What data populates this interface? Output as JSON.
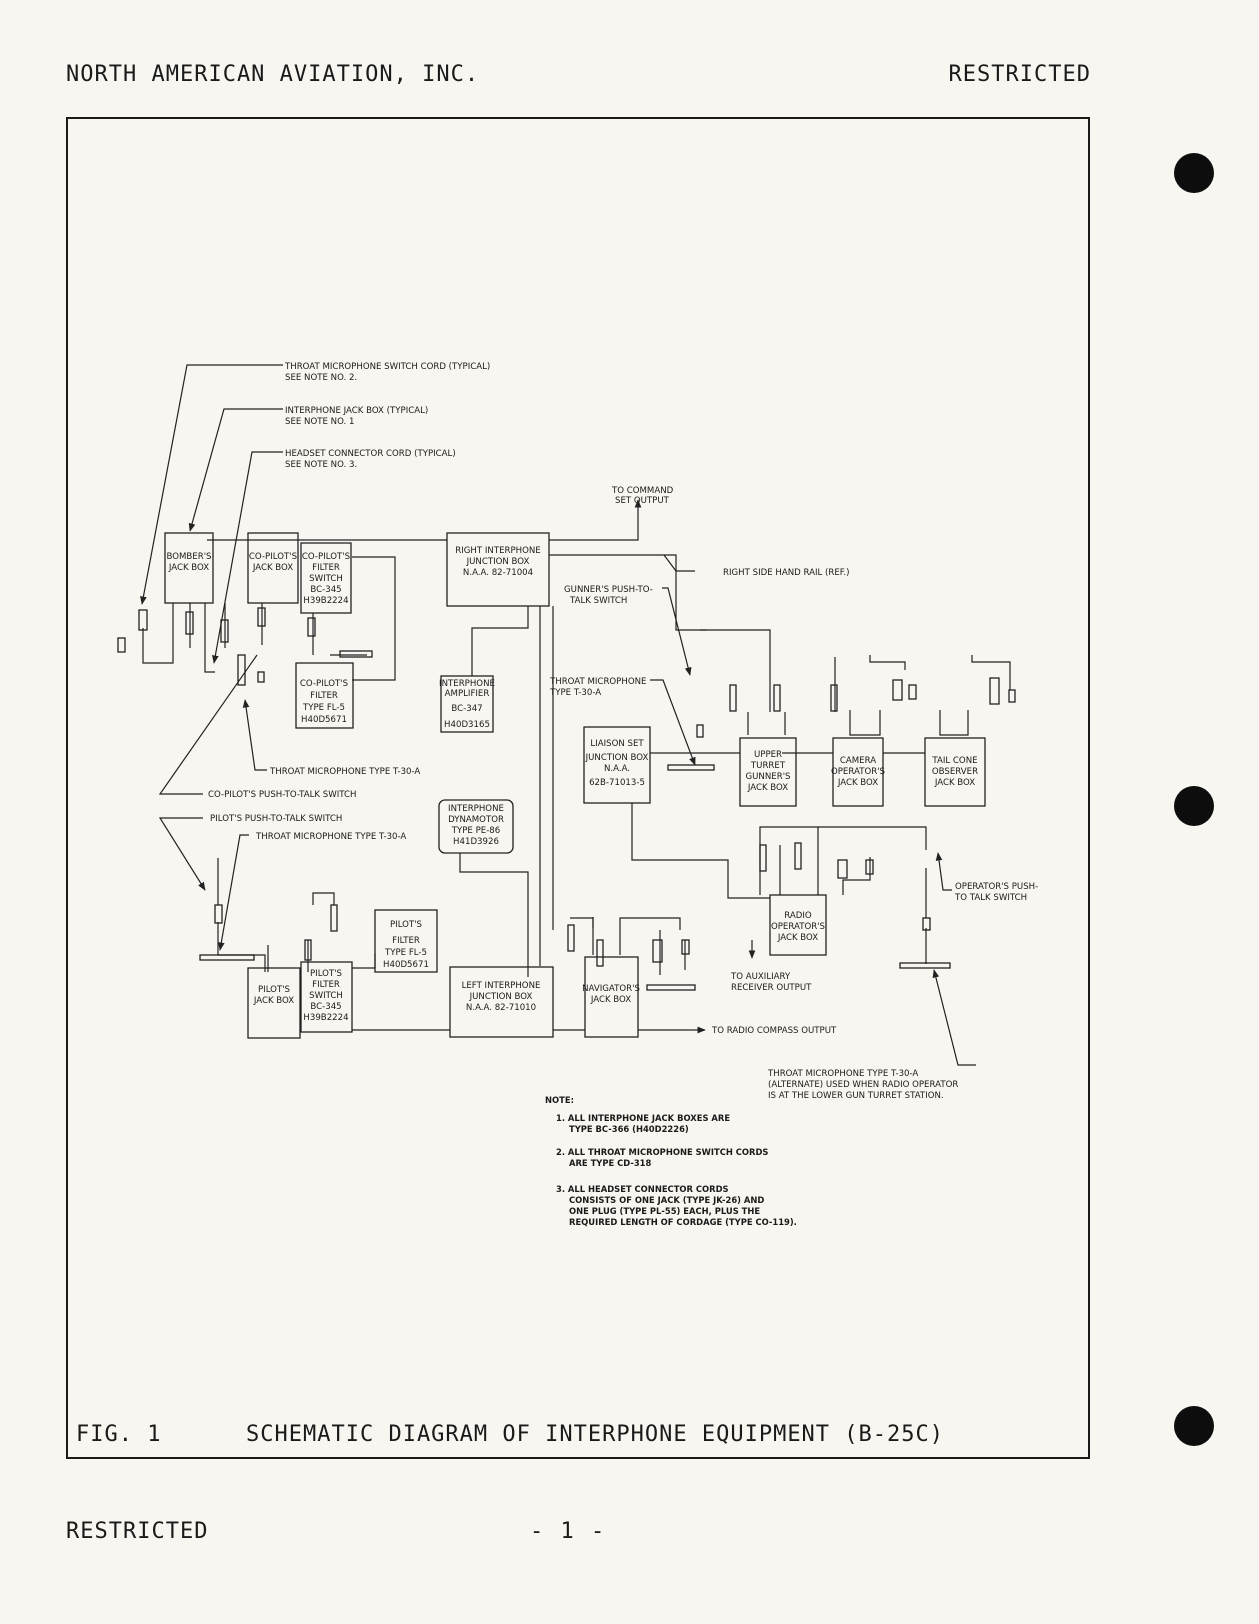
{
  "header": {
    "left": "NORTH AMERICAN AVIATION, INC.",
    "right": "RESTRICTED"
  },
  "caption": {
    "fig": "FIG. 1",
    "title": "SCHEMATIC DIAGRAM OF INTERPHONE EQUIPMENT (B-25C)"
  },
  "footer": {
    "left": "RESTRICTED",
    "page": "- 1 -"
  },
  "callouts": {
    "throat_cord": [
      "THROAT MICROPHONE SWITCH CORD (TYPICAL)",
      "SEE NOTE NO. 2."
    ],
    "jack_box": [
      "INTERPHONE JACK BOX (TYPICAL)",
      "SEE NOTE NO. 1"
    ],
    "headset_cord": [
      "HEADSET CONNECTOR CORD (TYPICAL)",
      "SEE NOTE NO. 3."
    ],
    "command_set": [
      "TO COMMAND",
      "SET OUTPUT"
    ],
    "hand_rail": "RIGHT SIDE HAND RAIL (REF.)",
    "gunner_ptt": [
      "GUNNER'S PUSH-TO-",
      "TALK SWITCH"
    ],
    "throat_mic_right": [
      "THROAT MICROPHONE",
      "TYPE T-30-A"
    ],
    "throat_mic_copilot": "THROAT MICROPHONE TYPE T-30-A",
    "copilot_ptt": "CO-PILOT'S PUSH-TO-TALK SWITCH",
    "pilot_ptt": "PILOT'S PUSH-TO-TALK SWITCH",
    "throat_mic_pilot": "THROAT MICROPHONE TYPE T-30-A",
    "operator_ptt": [
      "OPERATOR'S PUSH-",
      "TO TALK SWITCH"
    ],
    "aux_receiver": [
      "TO AUXILIARY",
      "RECEIVER OUTPUT"
    ],
    "radio_compass": "TO RADIO COMPASS OUTPUT",
    "throat_mic_alt": [
      "THROAT MICROPHONE TYPE T-30-A",
      "(ALTERNATE) USED WHEN RADIO OPERATOR",
      "IS AT THE LOWER GUN TURRET STATION."
    ]
  },
  "boxes": {
    "bomber_jack": [
      "BOMBER'S",
      "JACK BOX"
    ],
    "copilot_jack": [
      "CO-PILOT'S",
      "JACK BOX"
    ],
    "copilot_filter_switch": [
      "CO-PILOT'S",
      "FILTER",
      "SWITCH",
      "BC-345",
      "H39B2224"
    ],
    "right_junction": [
      "RIGHT INTERPHONE",
      "JUNCTION BOX",
      "N.A.A. 82-71004"
    ],
    "copilot_filter": [
      "CO-PILOT'S",
      "FILTER",
      "TYPE FL-5",
      "H40D5671"
    ],
    "amplifier": [
      "INTERPHONE",
      "AMPLIFIER",
      "BC-347",
      "H40D3165"
    ],
    "liaison": [
      "LIAISON SET",
      "JUNCTION BOX",
      "N.A.A.",
      "62B-71013-5"
    ],
    "upper_turret": [
      "UPPER",
      "TURRET",
      "GUNNER'S",
      "JACK BOX"
    ],
    "camera": [
      "CAMERA",
      "OPERATOR'S",
      "JACK BOX"
    ],
    "tail_cone": [
      "TAIL CONE",
      "OBSERVER",
      "JACK BOX"
    ],
    "dynamotor": [
      "INTERPHONE",
      "DYNAMOTOR",
      "TYPE PE-86",
      "H41D3926"
    ],
    "radio_operator": [
      "RADIO",
      "OPERATOR'S",
      "JACK BOX"
    ],
    "pilot_filter": [
      "PILOT'S",
      "FILTER",
      "TYPE FL-5",
      "H40D5671"
    ],
    "pilot_jack": [
      "PILOT'S",
      "JACK BOX"
    ],
    "pilot_filter_switch": [
      "PILOT'S",
      "FILTER",
      "SWITCH",
      "BC-345",
      "H39B2224"
    ],
    "left_junction": [
      "LEFT INTERPHONE",
      "JUNCTION BOX",
      "N.A.A. 82-71010"
    ],
    "navigator": [
      "NAVIGATOR'S",
      "JACK BOX"
    ]
  },
  "notes": {
    "heading": "NOTE:",
    "items": [
      [
        "1. ALL INTERPHONE JACK BOXES ARE",
        "TYPE BC-366 (H40D2226)"
      ],
      [
        "2. ALL THROAT MICROPHONE SWITCH CORDS",
        "ARE TYPE CD-318"
      ],
      [
        "3. ALL HEADSET CONNECTOR CORDS",
        "CONSISTS OF ONE JACK (TYPE JK-26) AND",
        "ONE PLUG (TYPE PL-55) EACH, PLUS THE",
        "REQUIRED LENGTH OF CORDAGE (TYPE CO-119)."
      ]
    ]
  }
}
